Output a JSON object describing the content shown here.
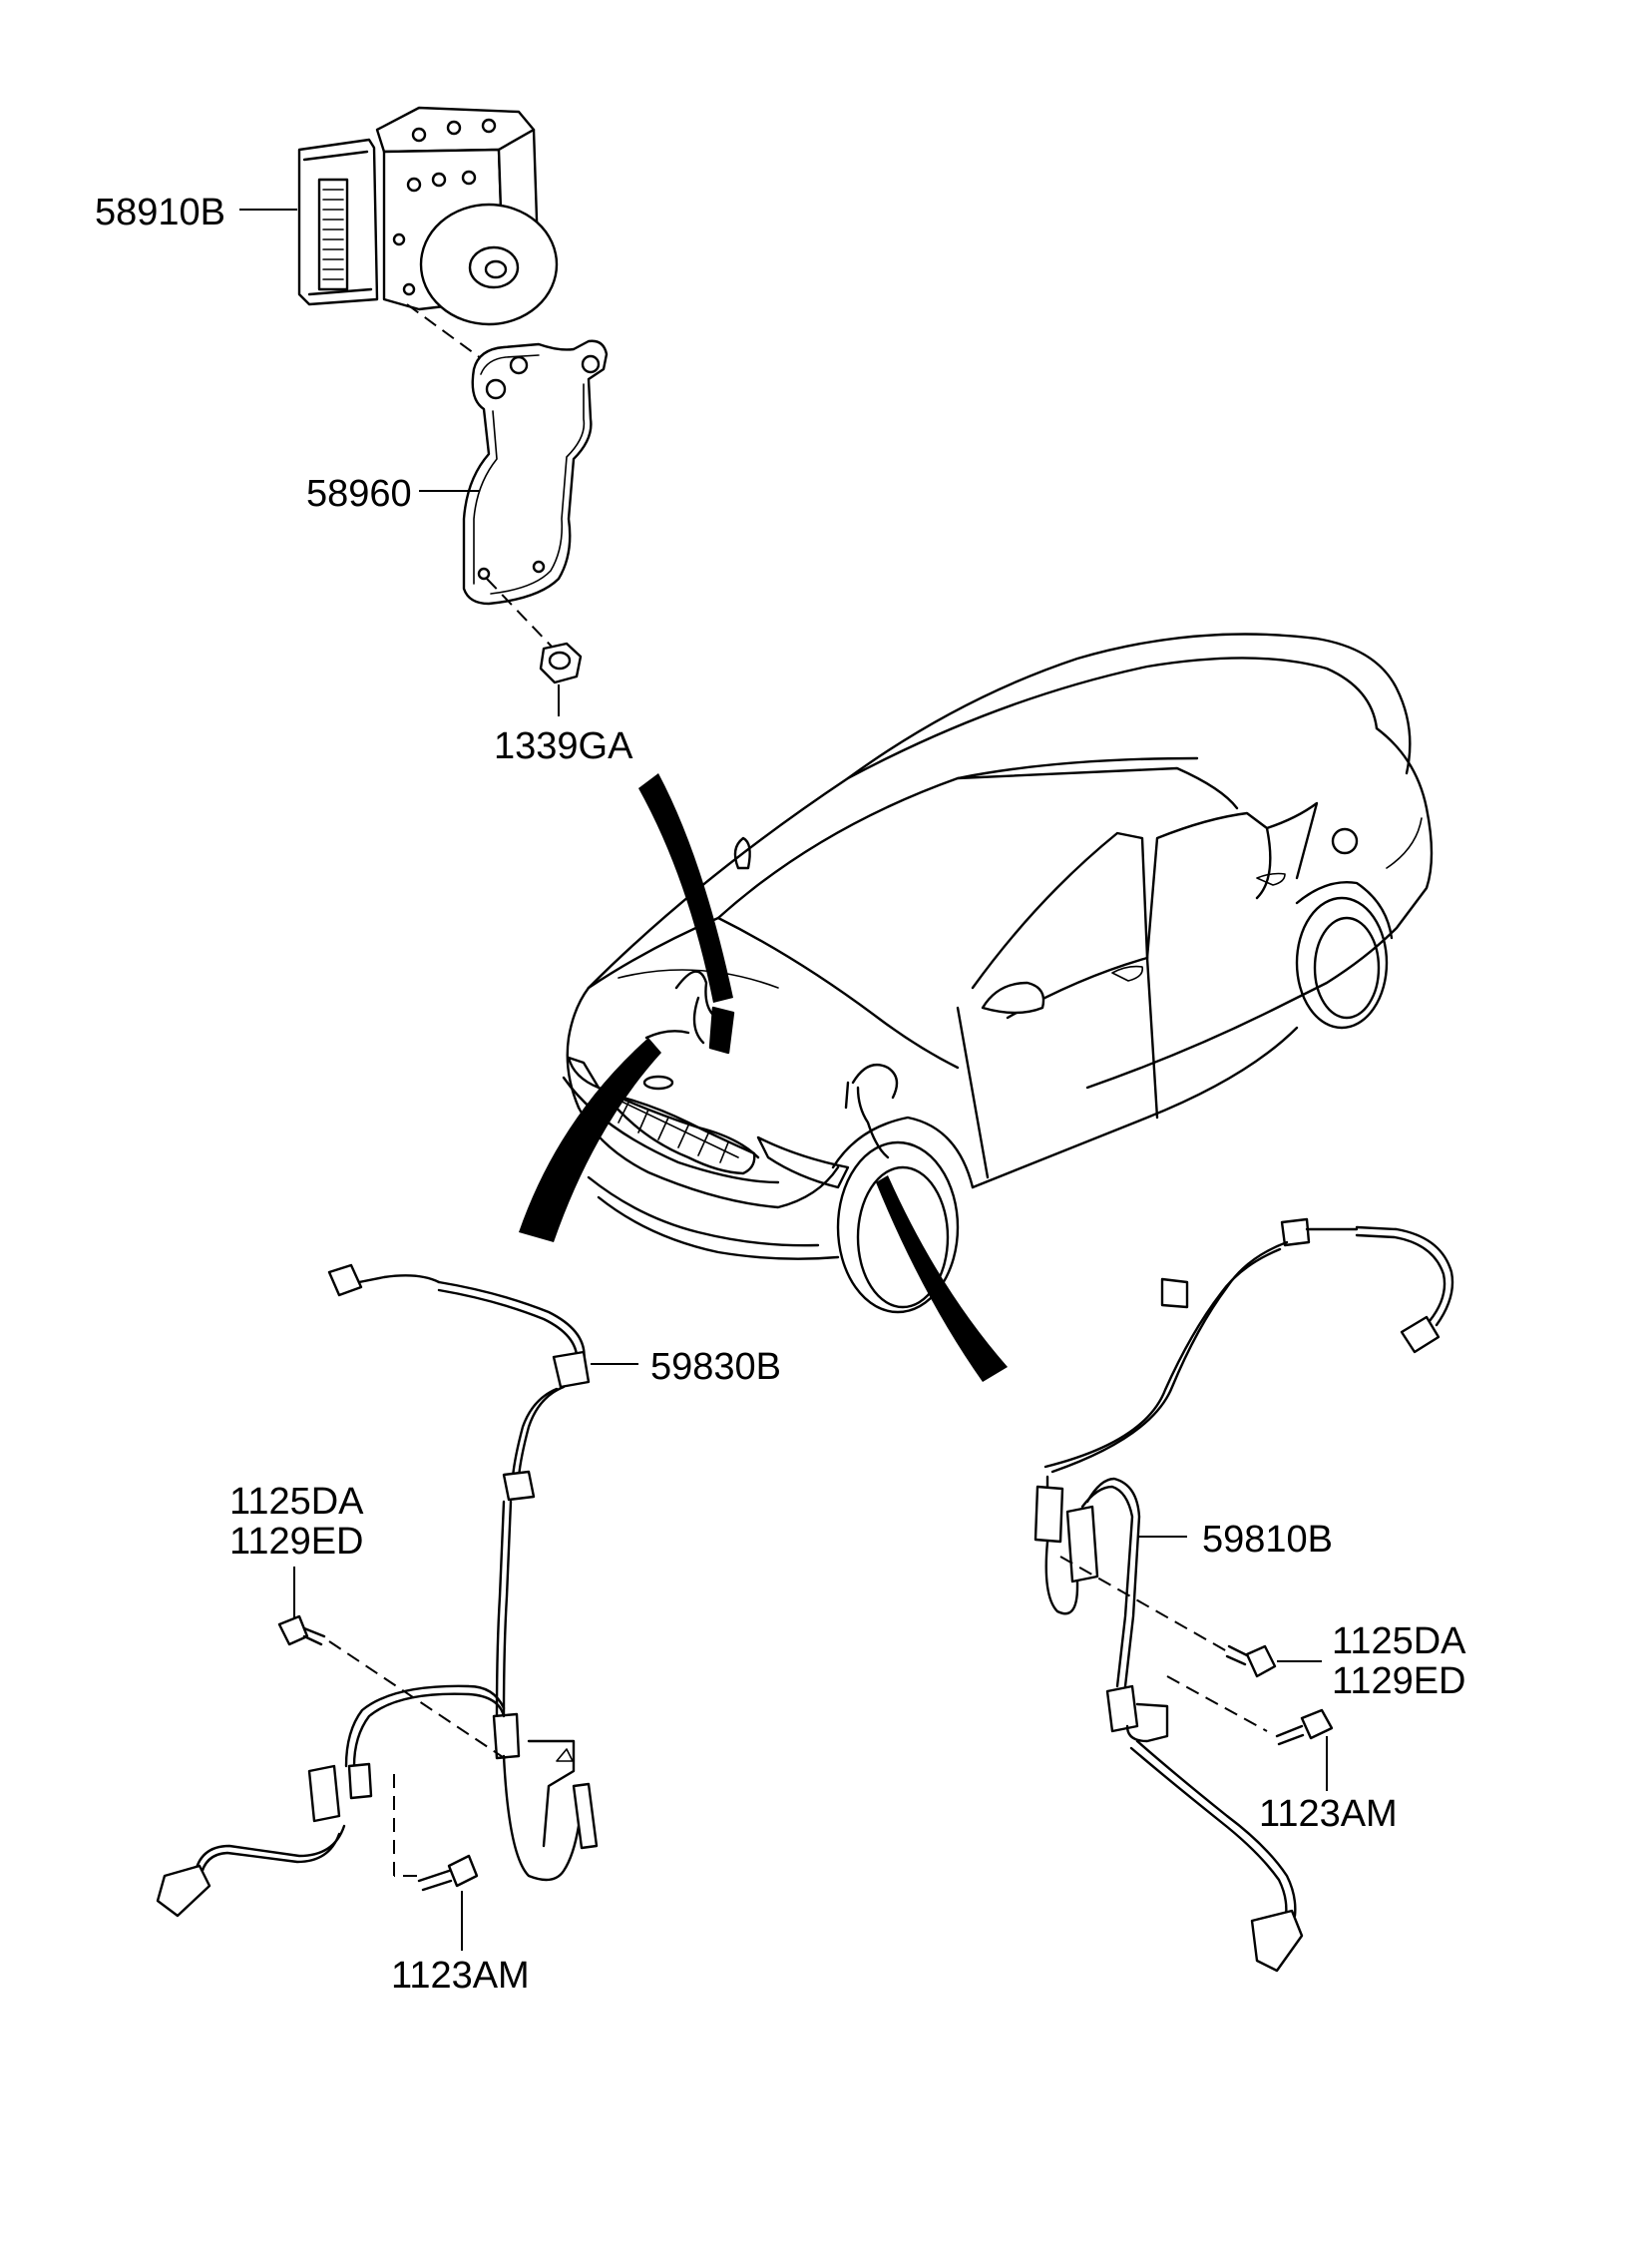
{
  "parts": {
    "abs_module": "58910B",
    "bracket": "58960",
    "nut": "1339GA",
    "front_sensor_left": "59830B",
    "front_sensor_right": "59810B",
    "bolt_left_a": "1125DA",
    "bolt_left_b": "1129ED",
    "bolt_left_c": "1123AM",
    "bolt_right_a": "1125DA",
    "bolt_right_b": "1129ED",
    "bolt_right_c": "1123AM"
  }
}
